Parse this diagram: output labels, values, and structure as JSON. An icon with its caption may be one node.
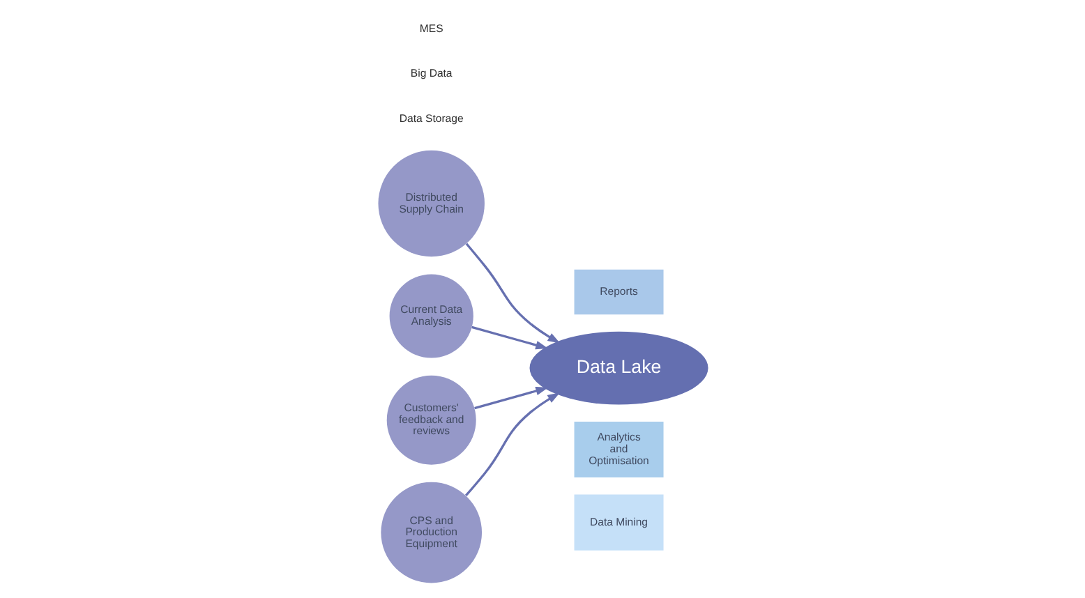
{
  "diagram": {
    "nodes": [
      {
        "text": [
          "Data Mining"
        ]
      },
      {
        "text": [
          "Analytics and Optimisation"
        ]
      },
      {
        "text": [
          "Distributed Supply Chain"
        ]
      },
      {
        "text": [
          "Current Data Analysis"
        ]
      },
      {
        "text": [
          "Reports"
        ]
      },
      {
        "text": [
          "Data Lake"
        ]
      },
      {
        "text": [
          "Customers' feedback and reviews"
        ]
      },
      {
        "text": [
          "CPS and Production Equipment"
        ]
      }
    ],
    "edges": [
      {
        "from": 2,
        "to": 5,
        "arrow": "to"
      },
      {
        "from": 6,
        "to": 5,
        "arrow": "to"
      },
      {
        "from": 3,
        "to": 5,
        "arrow": "to"
      },
      {
        "from": 7,
        "to": 5,
        "arrow": "to"
      }
    ],
    "labels": [
      "Data Storage",
      "Big Data",
      "MES"
    ]
  }
}
